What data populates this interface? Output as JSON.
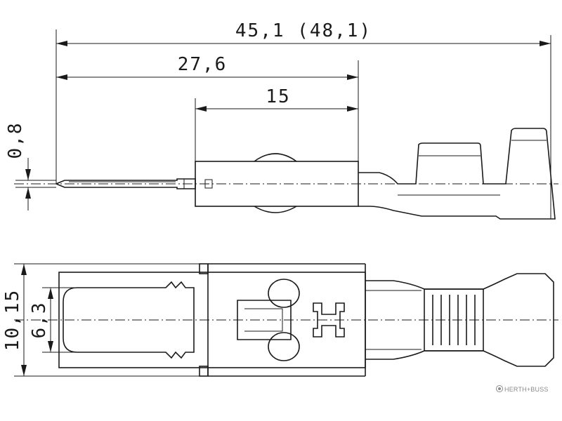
{
  "dimensions": {
    "overall_length": "45,1 (48,1)",
    "pin_to_body_end": "27,6",
    "body_length": "15",
    "pin_thickness": "0,8",
    "body_width": "10,15",
    "contact_width": "6,3"
  },
  "logo": {
    "text": "HERTH+BUSS",
    "icon": "brand-logo-icon"
  },
  "colors": {
    "line": "#1a1a1a",
    "logo": "#8a8a8a"
  }
}
